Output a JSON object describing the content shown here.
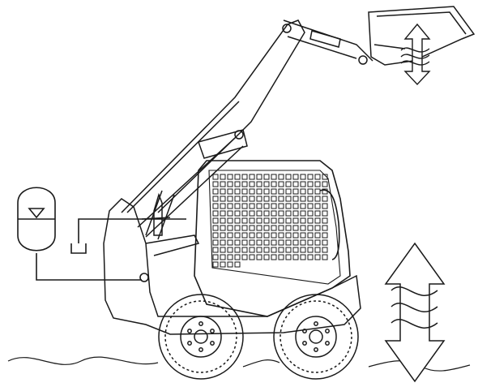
{
  "diagram": {
    "colors": {
      "background": "#ffffff",
      "line": "#1a1a1a",
      "mesh": "#1a1a1a"
    },
    "parts": {
      "ground": "ground-line",
      "machine": "skid-steer-loader",
      "boom": "loader-arm",
      "bucket": "bucket",
      "cab": "operator-cab",
      "front_wheel": "front-wheel",
      "rear_wheel": "rear-wheel",
      "accumulator": "hydraulic-accumulator",
      "tank": "tank-symbol",
      "bucket_vibration": "double-arrow-wave-icon",
      "ground_vibration": "double-arrow-wave-icon"
    }
  }
}
